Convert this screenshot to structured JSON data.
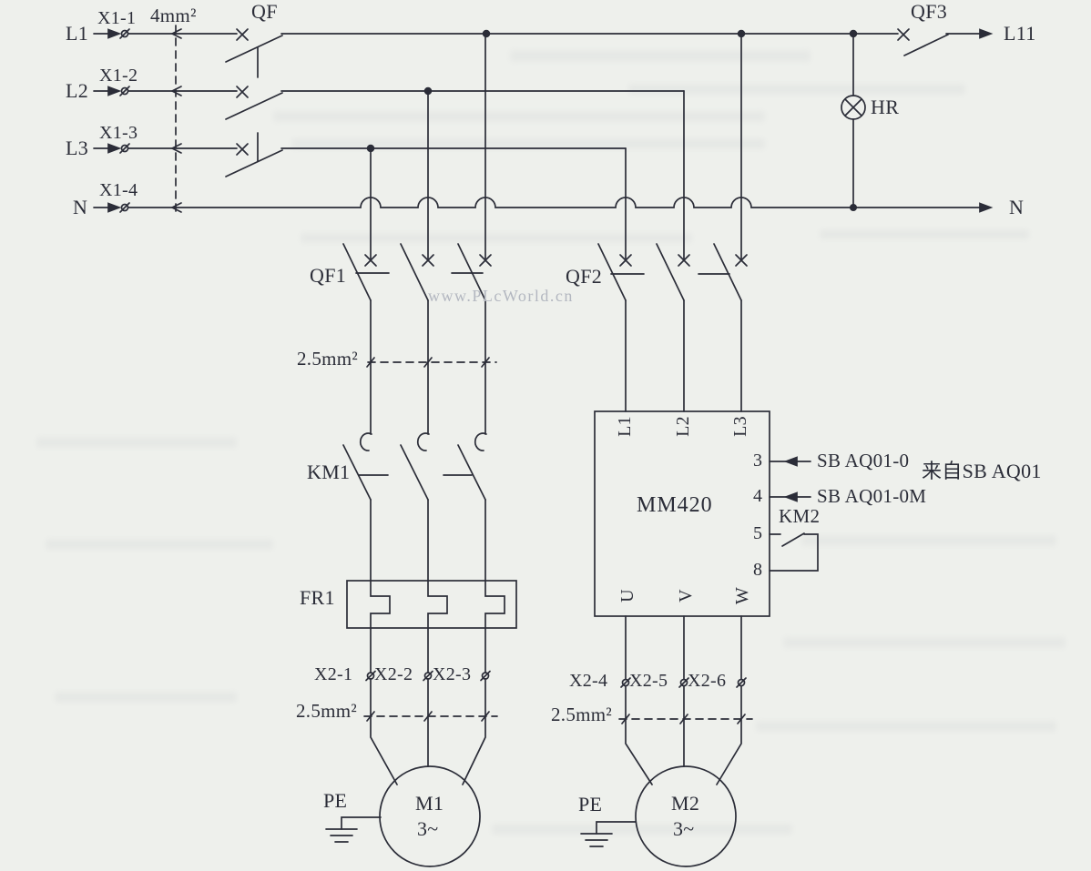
{
  "colors": {
    "paper": "#eef0ec",
    "ink": "#2b2d38",
    "watermark": "#b3b7c0"
  },
  "watermark": "www.PLcWorld.cn",
  "supply": {
    "l1": "L1",
    "l2": "L2",
    "l3": "L3",
    "n": "N"
  },
  "terminals_x1": {
    "t1": "X1-1",
    "t2": "X1-2",
    "t3": "X1-3",
    "t4": "X1-4"
  },
  "cables": {
    "main": "4mm²",
    "branch": "2.5mm²"
  },
  "breakers": {
    "qf": "QF",
    "qf1": "QF1",
    "qf2": "QF2",
    "qf3": "QF3"
  },
  "outputs": {
    "l11": "L11",
    "n": "N"
  },
  "lamp": {
    "hr": "HR"
  },
  "contactors": {
    "km1": "KM1",
    "km2": "KM2"
  },
  "relay": {
    "fr1": "FR1"
  },
  "inverter": {
    "model": "MM420",
    "in_l1": "L1",
    "in_l2": "L2",
    "in_l3": "L3",
    "out_u": "U",
    "out_v": "V",
    "out_w": "W",
    "t3": "3",
    "t4": "4",
    "t5": "5",
    "t8": "8",
    "sig0": "SB AQ01-0",
    "sig0m": "SB AQ01-0M",
    "from_note": "来自SB AQ01"
  },
  "terminals_x2": {
    "t1": "X2-1",
    "t2": "X2-2",
    "t3": "X2-3",
    "t4": "X2-4",
    "t5": "X2-5",
    "t6": "X2-6"
  },
  "motors": {
    "m1": "M1",
    "m2": "M2",
    "phase": "3~",
    "pe": "PE"
  }
}
